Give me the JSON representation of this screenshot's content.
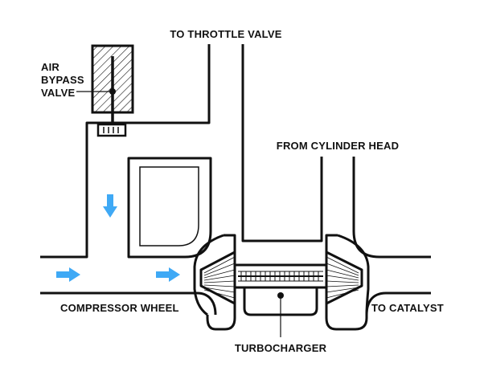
{
  "labels": {
    "air_bypass_valve": [
      "AIR",
      "BYPASS",
      "VALVE"
    ],
    "to_throttle_valve": "TO THROTTLE VALVE",
    "from_cylinder_head": "FROM CYLINDER HEAD",
    "compressor_wheel": "COMPRESSOR WHEEL",
    "to_catalyst": "TO CATALYST",
    "turbocharger": "TURBOCHARGER"
  },
  "colors": {
    "arrow": "#3FA9F5",
    "line": "#111111",
    "background": "#FFFFFF"
  }
}
